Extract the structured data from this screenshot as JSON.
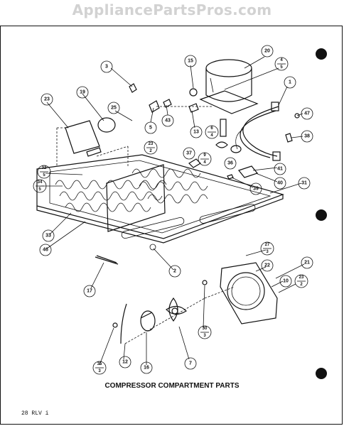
{
  "watermark": "AppliancePartsPros.com",
  "caption": "COMPRESSOR COMPARTMENT PARTS",
  "corner_code": "28 RLV  i",
  "callouts": {
    "c1": "1",
    "c2": "2",
    "c3": "3",
    "c5": "5",
    "c7": "7",
    "c10": "10",
    "c12": "12",
    "c13": "13",
    "c15": "15",
    "c16": "16",
    "c17": "17",
    "c19": "19",
    "c20": "20",
    "c21": "21",
    "c22": "22",
    "c23": "23",
    "c25": "25",
    "c31": "31",
    "c33": "33",
    "c36": "36",
    "c37": "37",
    "c38": "38",
    "c39": "39",
    "c40": "40",
    "c41": "41",
    "c43": "43",
    "c46": "46",
    "c47": "47",
    "f4_5": [
      "4",
      "5"
    ],
    "f6_4": [
      "6",
      "4"
    ],
    "f9_4": [
      "9",
      "4"
    ],
    "f23_2": [
      "23",
      "2"
    ],
    "f32_5": [
      "32",
      "5"
    ],
    "f34_5": [
      "34",
      "5"
    ],
    "f27_3": [
      "27",
      "3"
    ],
    "f23_2b": [
      "23",
      "2"
    ],
    "f30_3": [
      "30",
      "3"
    ],
    "f35_3": [
      "35",
      "3"
    ]
  }
}
